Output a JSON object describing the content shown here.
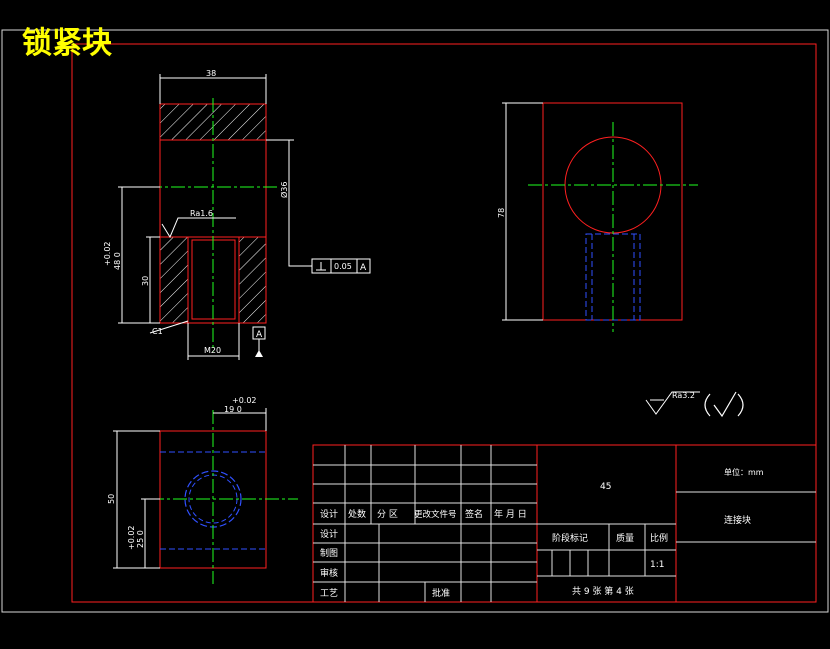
{
  "title": "锁紧块",
  "colors": {
    "background": "#000000",
    "frame": "#e0e0e0",
    "border": "#ff2020",
    "title_text": "#ffff00",
    "center_line": "#20ff20",
    "hidden_line": "#3050ff",
    "dimension": "#ffffff"
  },
  "front_view": {
    "dim_width": "38",
    "dim_bore_dia": "Ø36",
    "dim_height_tol": "+0.02",
    "dim_height": "48 0",
    "dim_depth": "30",
    "roughness": "Ra1.6",
    "chamfer": "C1",
    "thread": "M20",
    "datum": "A",
    "tolerance_value": "0.05",
    "tolerance_datum": "A"
  },
  "side_view": {
    "dim_height": "78"
  },
  "top_view": {
    "dim_width_tol": "+0.02",
    "dim_width": "19 0",
    "dim_height": "50",
    "dim_offset_tol": "+0.02",
    "dim_offset": "25 0"
  },
  "surface_finish": {
    "label": "Ra3.2"
  },
  "title_block": {
    "material": "45",
    "unit": "单位：mm",
    "part_name": "连接块",
    "labels": {
      "design": "设计",
      "design2": "设计",
      "zone": "处数",
      "section": "分  区",
      "change_doc": "更改文件号",
      "sign": "签名",
      "date": "年  月  日",
      "draw": "制图",
      "review": "审核",
      "process": "工艺",
      "approve": "批准",
      "stage_mark": "阶段标记",
      "mass": "质量",
      "scale": "比例"
    },
    "scale_value": "1:1",
    "sheets": "共 9 张   第 4 张"
  }
}
